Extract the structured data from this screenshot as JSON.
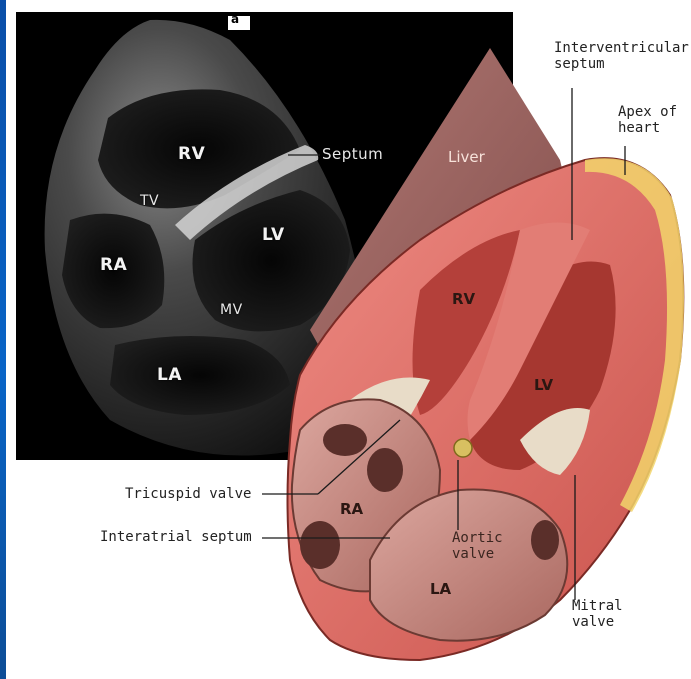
{
  "echo": {
    "marker": "a",
    "rv": "RV",
    "tv": "TV",
    "lv": "LV",
    "ra": "RA",
    "mv": "MV",
    "la": "LA",
    "septum": "Septum"
  },
  "anatomy": {
    "liver": "Liver",
    "interventricular_1": "Interventricular",
    "interventricular_2": "septum",
    "apex_1": "Apex of",
    "apex_2": "heart",
    "rv": "RV",
    "lv": "LV",
    "ra": "RA",
    "la": "LA",
    "tricuspid": "Tricuspid valve",
    "interatrial": "Interatrial septum",
    "aortic_1": "Aortic",
    "aortic_2": "valve",
    "mitral_1": "Mitral",
    "mitral_2": "valve"
  },
  "colors": {
    "frame": "#0a65c7",
    "myocardium": "#d9685f",
    "chamber": "#b33d35",
    "atrium": "#c48c83",
    "liver": "#9a5d5a"
  }
}
